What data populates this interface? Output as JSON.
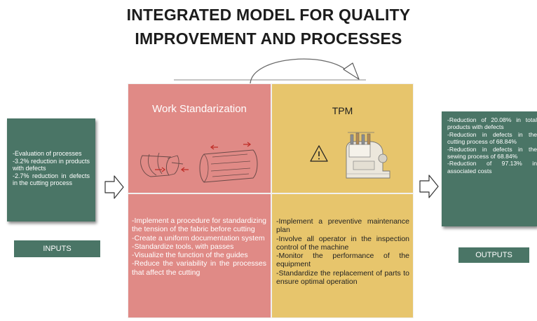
{
  "title_line1": "INTEGRATED MODEL FOR QUALITY",
  "title_line2": "IMPROVEMENT AND PROCESSES",
  "inputs": {
    "text": "-Evaluation of processes\n-3.2% reduction in products with defects\n-2.7% reduction in defects in the cutting process",
    "label": "INPUTS"
  },
  "outputs": {
    "text": "-Reduction of 20.08% in total products with defects\n-Reduction in defects in the cutting process of 68.84%\n-Reduction in defects in the sewing process of 68.84%\n-Reduction of 97.13% in associated costs",
    "label": "OUTPUTS"
  },
  "work_standardization": {
    "title": "Work Standarization",
    "icon": "fabric-roll-tension-illustration",
    "body": "-Implement a procedure for standardizing the tension of the fabric before cutting\n-Create a uniform documentation system\n-Standardize tools, with passes\n-Visualize the function of the guides\n-Reduce the variability in the processes that affect the cutting"
  },
  "tpm": {
    "title": "TPM",
    "icons": [
      "warning-icon",
      "sewing-machine-illustration"
    ],
    "body": "-Implement a preventive maintenance plan\n-Involve all operator in the inspection control of the machine\n-Monitor the performance of the equipment\n-Standardize the replacement of parts to ensure optimal operation"
  },
  "colors": {
    "green": "#4a7566",
    "red_quadrant": "#e08a86",
    "yellow_quadrant": "#e7c56c"
  }
}
